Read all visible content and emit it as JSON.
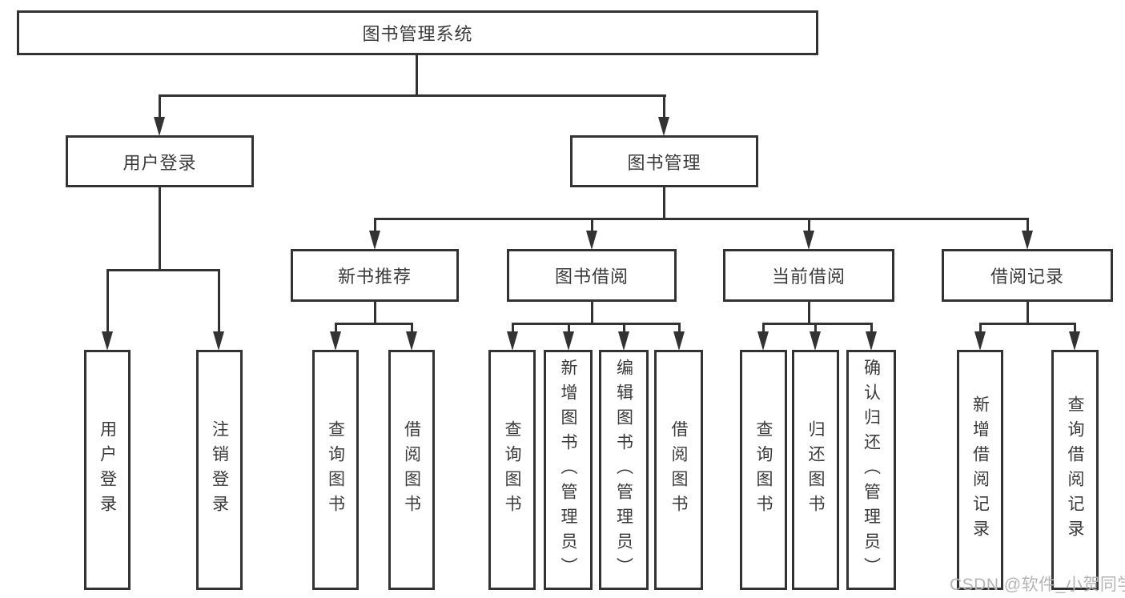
{
  "diagram": {
    "type": "hierarchy-tree",
    "watermark": "CSDN @软件_小贺同学",
    "colors": {
      "line": "#333333",
      "box_border": "#333333",
      "box_background": "#ffffff",
      "text": "#3a3a3a",
      "watermark_text": "#b4b4b4",
      "page_background": "#ffffff"
    },
    "nodes": {
      "root": "图书管理系统",
      "level2": {
        "user_login": "用户登录",
        "book_management": "图书管理"
      },
      "level3": {
        "new_book_recommend": "新书推荐",
        "book_borrowing": "图书借阅",
        "current_borrowing": "当前借阅",
        "borrowing_records": "借阅记录"
      },
      "leaves": {
        "user_login": "用户登录",
        "logout": "注销登录",
        "recommend_query_books": "查询图书",
        "recommend_borrow_books": "借阅图书",
        "borrowing_query_books": "查询图书",
        "borrowing_add_books": "新增图书（管理员）",
        "borrowing_edit_books": "编辑图书（管理员）",
        "borrowing_borrow_books": "借阅图书",
        "current_query_books": "查询图书",
        "current_return_books": "归还图书",
        "current_confirm_return": "确认归还（管理员）",
        "records_add_record": "新增借阅记录",
        "records_query_record": "查询借阅记录"
      }
    }
  }
}
